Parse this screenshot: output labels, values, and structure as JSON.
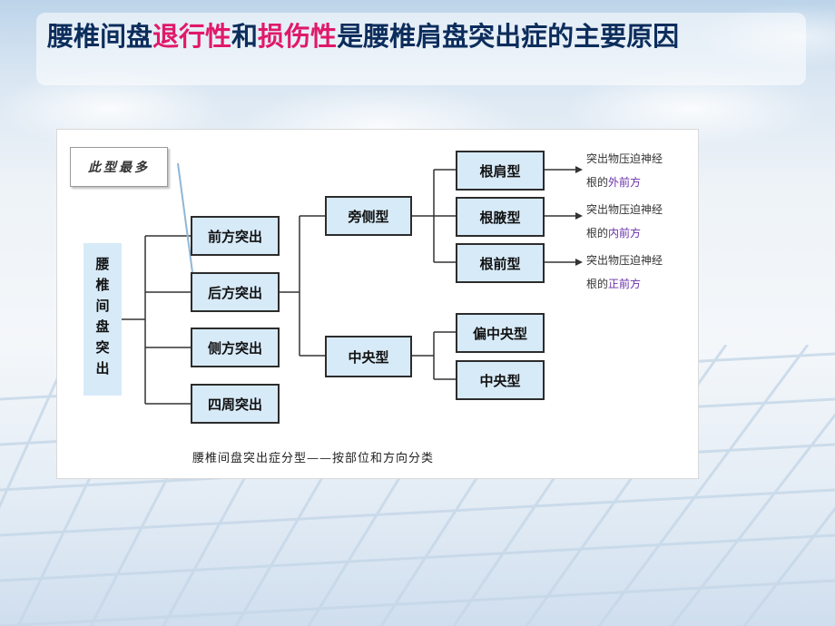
{
  "title": {
    "part1": "腰椎间盘",
    "highlight1": "退行性",
    "part2": "和",
    "highlight2": "损伤性",
    "part3": "是腰椎肩盘突出症的主要原因"
  },
  "colors": {
    "title": "#0c2d5c",
    "highlight": "#e0196a",
    "box_fill": "#d7eaf8",
    "box_border": "#2c2c2c"
  },
  "diagram": {
    "note": "此型最多",
    "root": "腰椎间盘突出",
    "level1": [
      "前方突出",
      "后方突出",
      "侧方突出",
      "四周突出"
    ],
    "level2": [
      "旁侧型",
      "中央型"
    ],
    "level3_side": [
      "根肩型",
      "根腋型",
      "根前型"
    ],
    "level3_central": [
      "偏中央型",
      "中央型"
    ],
    "descriptions": [
      {
        "line1": "突出物压迫神经",
        "line2_prefix": "根的",
        "line2_accent": "外前方"
      },
      {
        "line1": "突出物压迫神经",
        "line2_prefix": "根的",
        "line2_accent": "内前方"
      },
      {
        "line1": "突出物压迫神经",
        "line2_prefix": "根的",
        "line2_accent": "正前方"
      }
    ],
    "caption": "腰椎间盘突出症分型——按部位和方向分类"
  }
}
